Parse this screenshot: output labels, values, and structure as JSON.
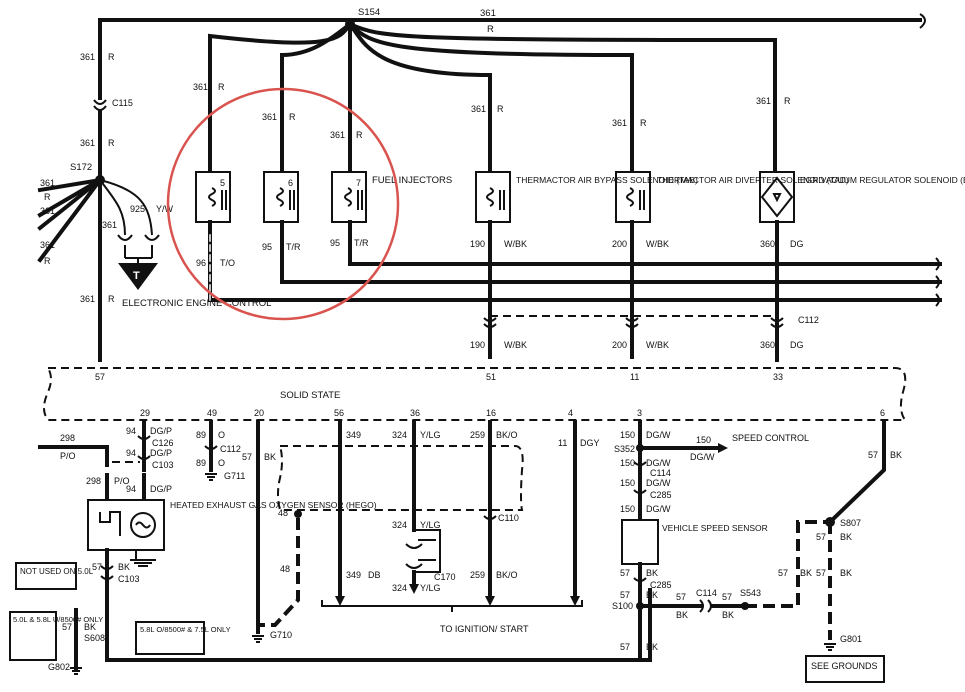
{
  "labels": {
    "s154": "S154",
    "top_circuit": "361",
    "top_color": "R",
    "s172": "S172",
    "c115": "C115",
    "w361": "361",
    "r": "R",
    "ground_t": "T",
    "w925": "925",
    "yw": "Y/W",
    "eec": "ELECTRONIC ENGINE CONTROL",
    "fuel_injectors": "FUEL INJECTORS",
    "inj_pins": [
      "5",
      "6",
      "7"
    ],
    "inj_wires": [
      {
        "num": "96",
        "color": "T/O"
      },
      {
        "num": "95",
        "color": "T/R"
      },
      {
        "num": "95",
        "color": "T/R"
      }
    ],
    "tab_title": "THERMACTOR AIR BYPASS SOLENOID (TAB)",
    "tad_title": "THERMACTOR AIR DIVERTER SOLENOID (TAD)",
    "evr_title": "EGR VACUUM REGULATOR SOLENOID (EVR)",
    "w190": "190",
    "wbk": "W/BK",
    "w200": "200",
    "w360": "360",
    "dg": "DG",
    "c112": "C112",
    "solid_state": "SOLID STATE",
    "pins": [
      "57",
      "51",
      "11",
      "33",
      "29",
      "49",
      "20",
      "56",
      "36",
      "16",
      "4",
      "3",
      "6"
    ],
    "w298": "298",
    "po": "P/O",
    "w94": "94",
    "dgp": "DG/P",
    "c126": "C126",
    "c103": "C103",
    "w89": "89",
    "o": "O",
    "g711": "G711",
    "w57": "57",
    "bk": "BK",
    "w349": "349",
    "db": "DB",
    "w324": "324",
    "ylg": "Y/LG",
    "w259": "259",
    "bko": "BK/O",
    "w11": "11",
    "dgy": "DGY",
    "w150": "150",
    "dgw": "DG/W",
    "s352": "S352",
    "c114": "C114",
    "c285": "C285",
    "speed_control": "SPEED CONTROL",
    "hego": "HEATED EXHAUST GAS OXYGEN SENSOR (HEGO)",
    "not_used": "NOT USED ON 5.0L",
    "c110": "C110",
    "c170": "C170",
    "w48": "48",
    "g710": "G710",
    "to_ignition": "TO IGNITION/ START",
    "vss": "VEHICLE SPEED SENSOR",
    "s100": "S100",
    "s543": "S543",
    "s807": "S807",
    "s608": "S608",
    "g801": "G801",
    "g802": "G802",
    "see_grounds": "SEE GROUNDS",
    "engines_1": "5.0L & 5.8L U/8500# ONLY",
    "engines_2": "5.8L O/8500# & 7.5L ONLY"
  },
  "colors": {
    "ink": "#111111",
    "highlight_circle": "#d9534f",
    "background": "#ffffff"
  }
}
